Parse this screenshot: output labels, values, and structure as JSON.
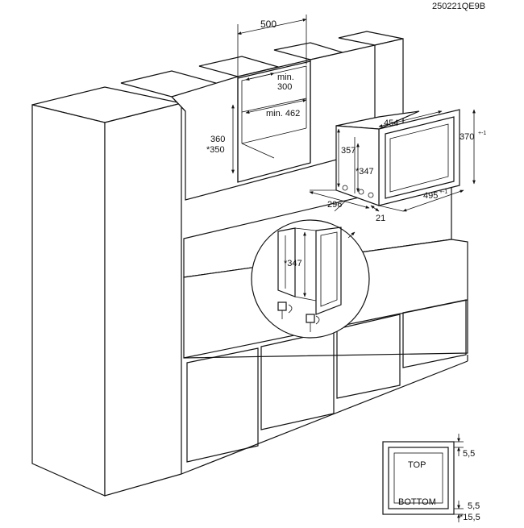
{
  "document_code": "250221QE9B",
  "dimensions": {
    "niche_width": "500",
    "min_300_a": "min.",
    "min_300_b": "300",
    "min_depth": "min. 462",
    "niche_height_a": "360",
    "niche_height_b": "*350",
    "oven_width": "454",
    "oven_height": "370",
    "oven_height_tol": "+-1",
    "frame_height": "357",
    "bracket_height": "*347",
    "depth_296": "296",
    "depth_21": "21",
    "frame_width": "495",
    "frame_width_tol": "+-1",
    "detail_height": "*347"
  },
  "profile_inset": {
    "top_label": "TOP",
    "bottom_label": "BOTTOM",
    "gap_top": "5,5",
    "gap_bottom": "5,5",
    "gap_bottom_alt": "*15,5"
  }
}
